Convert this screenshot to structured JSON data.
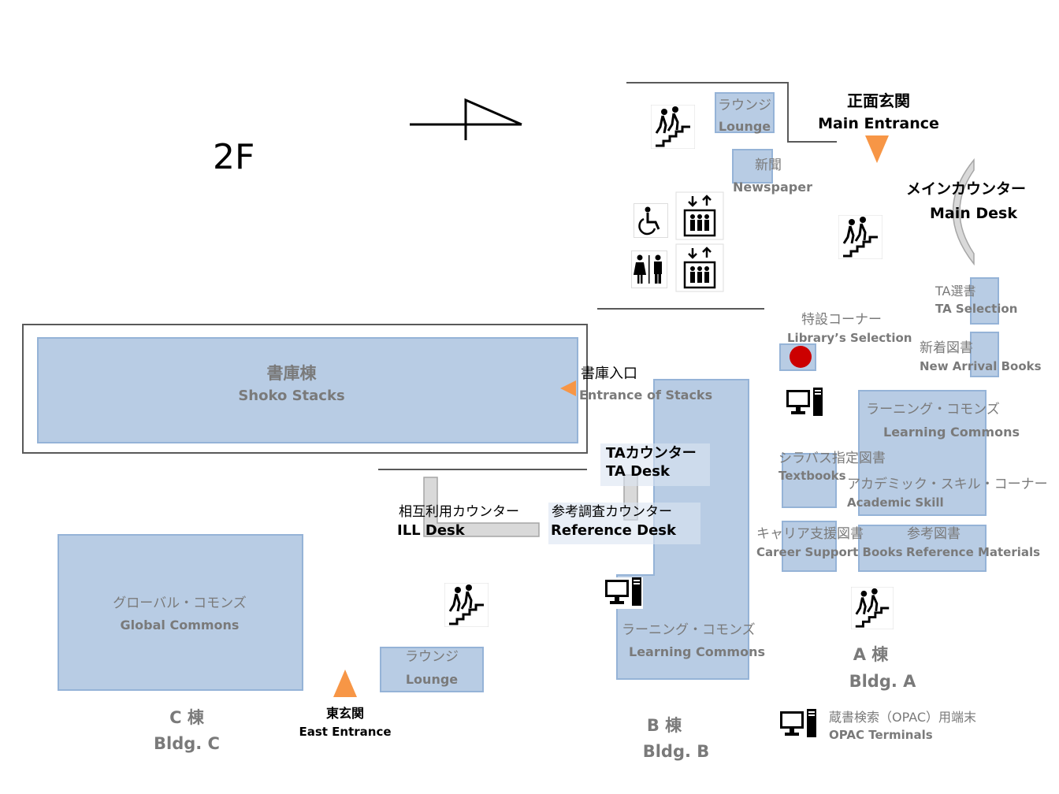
{
  "floor": "2F",
  "buildings": {
    "a": {
      "ja": "A 棟",
      "en": "Bldg. A"
    },
    "b": {
      "ja": "B 棟",
      "en": "Bldg. B"
    },
    "c": {
      "ja": "C 棟",
      "en": "Bldg. C"
    }
  },
  "entrances": {
    "main": {
      "ja": "正面玄関",
      "en": "Main Entrance"
    },
    "east": {
      "ja": "東玄関",
      "en": "East Entrance"
    },
    "stacks": {
      "ja": "書庫入口",
      "en": "Entrance of Stacks"
    }
  },
  "desks": {
    "main": {
      "ja": "メインカウンター",
      "en": "Main Desk"
    },
    "ta": {
      "ja": "TAカウンター",
      "en": "TA Desk"
    },
    "ill": {
      "ja": "相互利用カウンター",
      "en": "ILL Desk"
    },
    "reference": {
      "ja": "参考調査カウンター",
      "en": "Reference  Desk"
    }
  },
  "areas": {
    "shoko": {
      "ja": "書庫棟",
      "en": "Shoko Stacks"
    },
    "global": {
      "ja": "グローバル・コモンズ",
      "en": "Global Commons"
    },
    "lounge_a": {
      "ja": "ラウンジ",
      "en": "Lounge"
    },
    "lounge_c": {
      "ja": "ラウンジ",
      "en": "Lounge"
    },
    "newspaper": {
      "ja": "新聞",
      "en": "Newspaper"
    },
    "ta_selection": {
      "ja": "TA選書",
      "en": "TA Selection"
    },
    "library_selection": {
      "ja": "特設コーナー",
      "en": "Library’s Selection"
    },
    "new_arrival": {
      "ja": "新着図書",
      "en": "New Arrival Books"
    },
    "lc_a": {
      "ja": "ラーニング・コモンズ",
      "en": "Learning  Commons"
    },
    "lc_b": {
      "ja": "ラーニング・コモンズ",
      "en": "Learning  Commons"
    },
    "textbooks": {
      "ja": "シラバス指定図書",
      "en": "Textbooks"
    },
    "academic": {
      "ja": "アカデミック・スキル・コーナー",
      "en": "Academic Skill"
    },
    "career": {
      "ja": "キャリア支援図書",
      "en": "Career Support Books"
    },
    "reference_materials": {
      "ja": "参考図書",
      "en": "Reference Materials"
    }
  },
  "legend": {
    "opac": {
      "ja": "蔵書検索（OPAC）用端末",
      "en": "OPAC Terminals",
      "icon": "computer-icon"
    }
  },
  "colors": {
    "area_fill": "#b8cce4",
    "area_border": "#95b3d7",
    "entrance_arrow": "#f79646",
    "special_marker": "#cc0000",
    "counter": "#d9d9d9"
  }
}
